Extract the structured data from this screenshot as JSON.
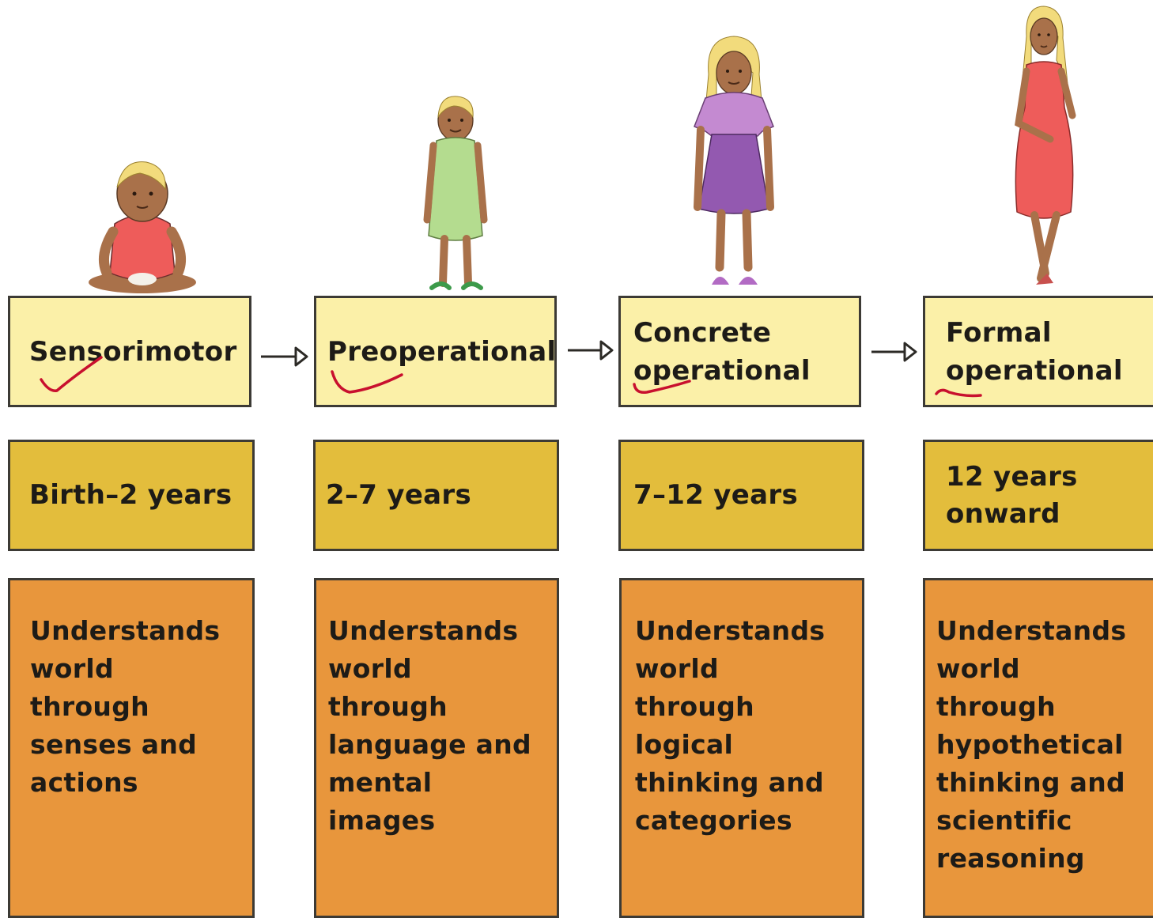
{
  "stages": [
    {
      "name": "Sensorimotor",
      "age": "Birth–2 years",
      "description": "Understands\nworld\nthrough\nsenses and\nactions",
      "figure_icon": "seated-baby-figure"
    },
    {
      "name": "Preoperational",
      "age": "2–7 years",
      "description": "Understands\nworld\nthrough\nlanguage and\nmental\nimages",
      "figure_icon": "young-child-figure"
    },
    {
      "name": "Concrete\noperational",
      "age": "7–12 years",
      "description": "Understands\nworld\nthrough\nlogical\nthinking and\ncategories",
      "figure_icon": "girl-figure"
    },
    {
      "name": "Formal\noperational",
      "age": "12 years\nonward",
      "description": "Understands\nworld\nthrough\nhypothetical\nthinking and\nscientific\nreasoning",
      "figure_icon": "teen-figure"
    }
  ],
  "colors": {
    "stage_fill": "#fbf0a8",
    "age_fill": "#e3bd3c",
    "description_fill": "#e8963c",
    "annotation_mark": "#c8102e"
  }
}
